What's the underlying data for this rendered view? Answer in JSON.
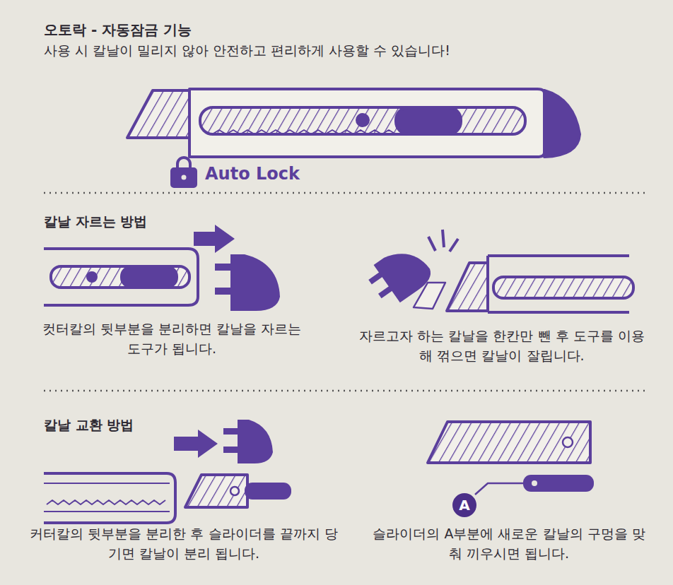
{
  "diagram": {
    "title": "오토락 - 자동잠금 기능",
    "nodes": [
      {
        "text": [
          "A"
        ]
      }
    ],
    "labels": [
      "사용 시 칼날이 밀리지 않아 안전하고 편리하게 사용할 수 있습니다!",
      "Auto Lock",
      "칼날 자르는 방법",
      "컷터칼의 뒷부분을 분리하면 칼날을 자르는 도구가 됩니다.",
      "자르고자 하는 칼날을 한칸만 뺀 후 도구를 이용해 꺾으면 칼날이 잘립니다.",
      "칼날 교환 방법",
      "커터칼의 뒷부분을 분리한 후 슬라이더를 끝까지 당기면 칼날이 분리 됩니다.",
      "슬라이더의 A부분에 새로운 칼날의 구멍을 맞춰 끼우시면 됩니다."
    ]
  }
}
